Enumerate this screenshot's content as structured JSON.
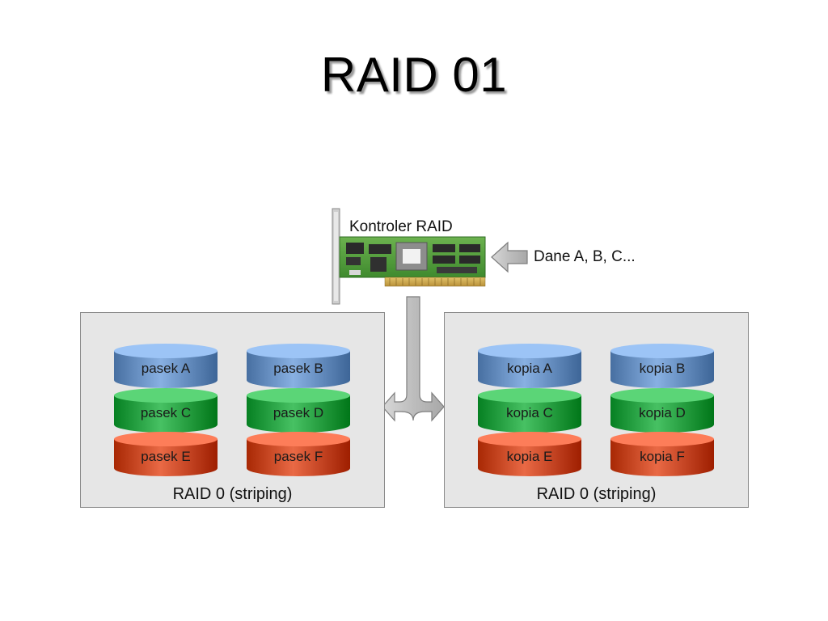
{
  "title": "RAID 01",
  "controller": {
    "label": "Kontroler RAID",
    "data_label": "Dane A, B, C..."
  },
  "left_array": {
    "caption": "RAID 0 (striping)",
    "disks": [
      "pasek A",
      "pasek B",
      "pasek C",
      "pasek D",
      "pasek E",
      "pasek F"
    ]
  },
  "right_array": {
    "caption": "RAID 0 (striping)",
    "disks": [
      "kopia A",
      "kopia B",
      "kopia C",
      "kopia D",
      "kopia E",
      "kopia F"
    ]
  },
  "colors": {
    "blue": "#6f97c9",
    "green": "#2ea84a",
    "red": "#d0502c",
    "panel": "#e6e6e6",
    "arrow": "#b8b8b8",
    "pcb": "#4f9a3c"
  }
}
